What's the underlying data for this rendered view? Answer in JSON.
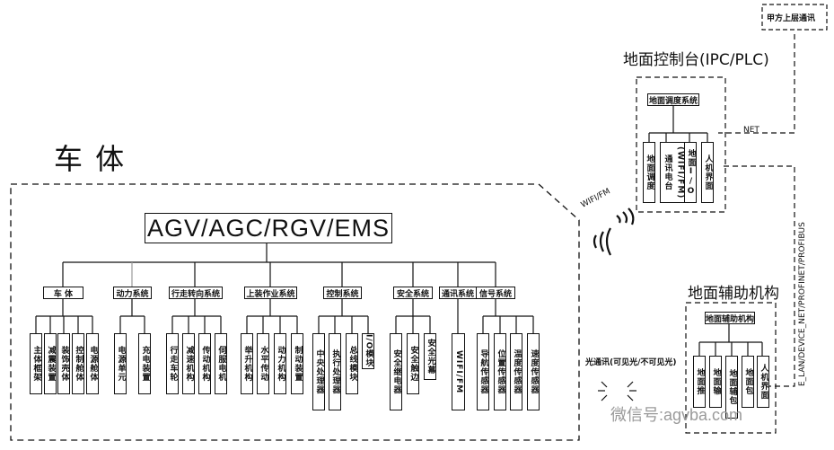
{
  "vehicle_title": "车 体",
  "main_system": "AGV/AGC/RGV/EMS",
  "categories": [
    {
      "label": "车 体",
      "items": [
        "主体框架",
        "减震装置",
        "装饰壳体",
        "控制舱体",
        "电源舱体"
      ]
    },
    {
      "label": "动力系统",
      "items": [
        "电源单元",
        "充电装置"
      ]
    },
    {
      "label": "行走转向系统",
      "items": [
        "行走车轮",
        "减速机构",
        "传动机构",
        "伺服电机"
      ]
    },
    {
      "label": "上装作业系统",
      "items": [
        "举升机构",
        "水平传动",
        "动力机构",
        "制动装置"
      ]
    },
    {
      "label": "控制系统",
      "items": [
        "中央处理器",
        "执行处理器",
        "总线模块",
        "I/O模块"
      ]
    },
    {
      "label": "安全系统",
      "items": [
        "安全继电器",
        "安全触边",
        "安全光幕"
      ]
    },
    {
      "label": "通讯系统",
      "items": [
        "WIFI/FM"
      ]
    },
    {
      "label": "信号系统",
      "items": [
        "导航传感器",
        "位置传感器",
        "温度传感器",
        "速度传感器"
      ]
    }
  ],
  "wireless_label": "WIFI/FM",
  "ground_console": {
    "title": "地面控制台(IPC/PLC)",
    "dispatch_title": "地面调度系统",
    "items": [
      "地面调度",
      "通讯电台",
      "(WIFI/FM)",
      "地面I/O",
      "人机界面"
    ]
  },
  "upper_comm": "甲方上层通讯",
  "net_label": "NET",
  "lan_label": "E_LAN/DEVICE_NET/PROFINET/PROFIBUS",
  "ground_aux": {
    "title": "地面辅助机构",
    "box_title": "地面辅助机构",
    "items": [
      "地面推",
      "地面输",
      "地面辅包",
      "地面包",
      "人机界面"
    ]
  },
  "optical_comm": "光通讯(可见光/不可见光)",
  "watermark": "微信号:agvba.com"
}
